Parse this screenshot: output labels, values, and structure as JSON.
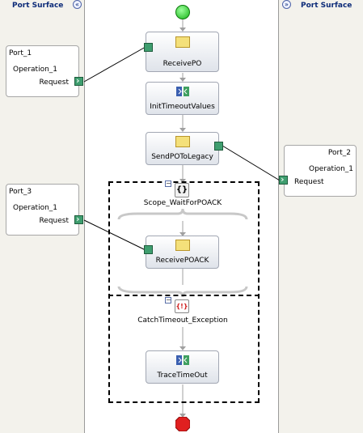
{
  "surfaces": {
    "left_title": "Port Surface",
    "right_title": "Port Surface"
  },
  "ports": {
    "port1": {
      "name": "Port_1",
      "operation": "Operation_1",
      "request": "Request"
    },
    "port2": {
      "name": "Port_2",
      "operation": "Operation_1",
      "request": "Request"
    },
    "port3": {
      "name": "Port_3",
      "operation": "Operation_1",
      "request": "Request"
    }
  },
  "shapes": {
    "receive_po": "ReceivePO",
    "init_timeout": "InitTimeoutValues",
    "send_po": "SendPOToLegacy",
    "scope": "Scope_WaitForPOACK",
    "receive_poack": "ReceivePOACK",
    "catch": "CatchTimeout_Exception",
    "trace": "TraceTimeOut"
  },
  "icons": {
    "collapse_left": "double-chevron-left-icon",
    "collapse_right": "double-chevron-right-icon",
    "start": "start-circle-icon",
    "end": "stop-octagon-icon",
    "receive": "envelope-receive-icon",
    "send": "envelope-send-icon",
    "expression": "expression-icon",
    "scope": "scope-brace-icon",
    "catch": "exception-icon"
  },
  "colors": {
    "port_surface_bg": "#f3f2ec",
    "port_handle": "#3f9e6f",
    "start": "#2fcc2f",
    "end": "#e02020",
    "header_text": "#0c2b78"
  }
}
